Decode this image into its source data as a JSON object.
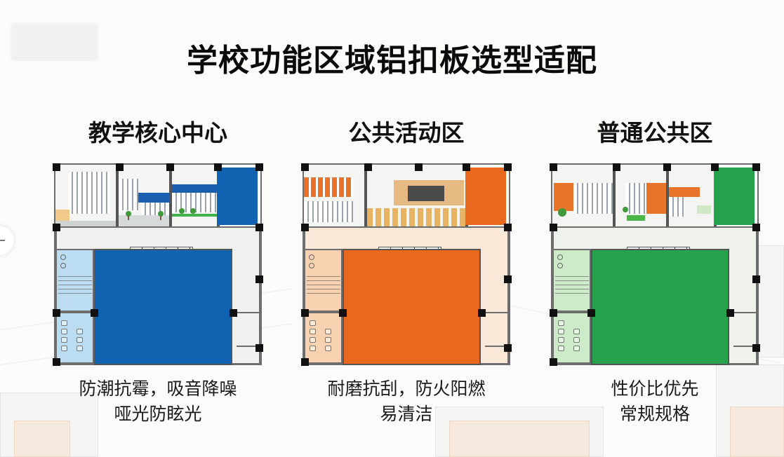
{
  "page": {
    "title": "学校功能区域铝扣板选型适配"
  },
  "panels": [
    {
      "id": "teaching",
      "title": "教学核心中心",
      "color": "#0f63b0",
      "tint": "#bcdcf2",
      "corridor": "#f0f0ef",
      "photo_scene": "campus buildings with blue facade",
      "description_lines": [
        "防潮抗霉，吸音降噪",
        "哑光防眩光"
      ]
    },
    {
      "id": "public-activity",
      "title": "公共活动区",
      "color": "#e8691e",
      "tint": "#f8d2b0",
      "corridor": "#f9e7d7",
      "photo_scene": "auditorium with stage and desks",
      "description_lines": [
        "耐磨抗刮，防火阳燃",
        "易清洁"
      ]
    },
    {
      "id": "general-public",
      "title": "普通公共区",
      "color": "#25a24b",
      "tint": "#cdebc9",
      "corridor": "#eef2ea",
      "photo_scene": "campus buildings with orange facade",
      "description_lines": [
        "性价比优先",
        "常规规格"
      ]
    }
  ]
}
